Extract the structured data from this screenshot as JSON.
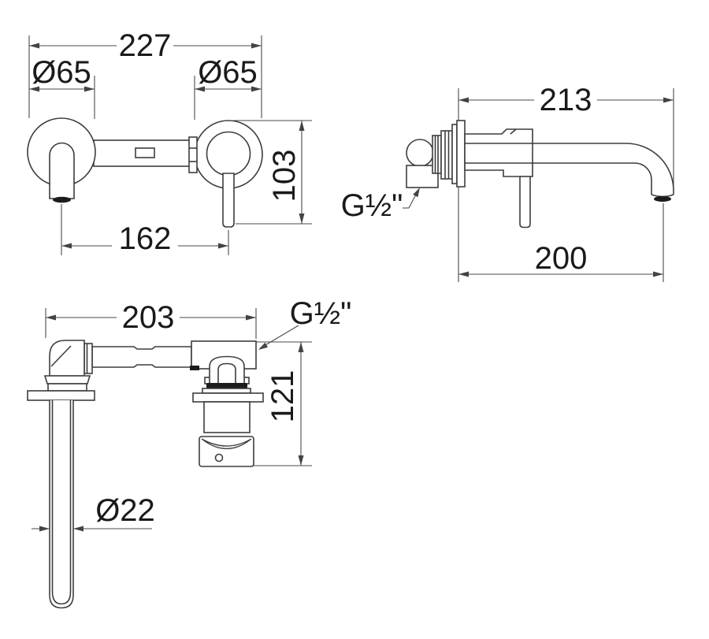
{
  "drawing": {
    "description": "Technical dimension drawing of a wall-mounted basin mixer tap shown in three orthographic views",
    "background_color": "#ffffff",
    "line_color": "#3d3d3d",
    "dimension_line_color": "#4a4a4a",
    "text_color": "#1a1a1a",
    "front_view": {
      "overall_width_mm": "227",
      "left_escutcheon_diameter": "Ø65",
      "right_escutcheon_diameter": "Ø65",
      "height_mm": "103",
      "spout_handle_distance_mm": "162"
    },
    "side_view": {
      "overall_depth_mm": "213",
      "spout_reach_mm": "200",
      "inlet_thread": "G½\""
    },
    "plan_view": {
      "overall_length_mm": "203",
      "body_height_mm": "121",
      "spout_tube_diameter": "Ø22",
      "inlet_thread": "G½\""
    }
  }
}
